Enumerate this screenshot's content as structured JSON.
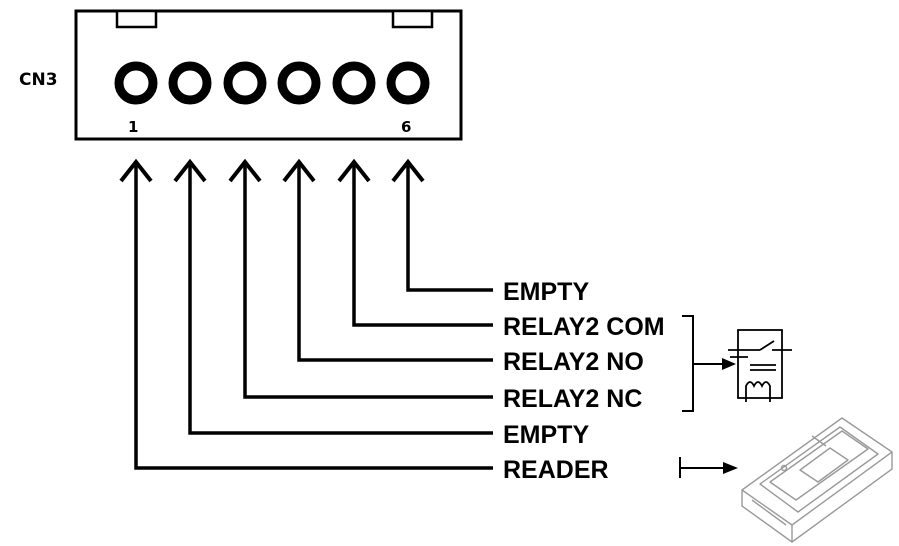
{
  "connector": {
    "name": "CN3",
    "pin_first": "1",
    "pin_last": "6"
  },
  "wires": [
    {
      "label": "EMPTY"
    },
    {
      "label": "RELAY2 COM"
    },
    {
      "label": "RELAY2 NO"
    },
    {
      "label": "RELAY2 NC"
    },
    {
      "label": "EMPTY"
    },
    {
      "label": "READER"
    }
  ],
  "icons": {
    "relay": "relay-icon",
    "reader": "card-reader-icon"
  }
}
